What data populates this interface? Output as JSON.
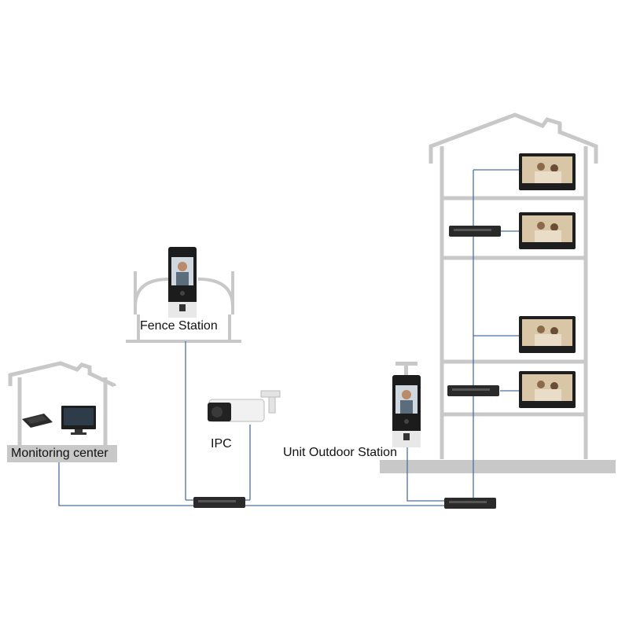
{
  "labels": {
    "fence_station": "Fence Station",
    "ipc": "IPC",
    "unit_outdoor_station": "Unit Outdoor Station",
    "monitoring_center": "Monitoring center"
  },
  "colors": {
    "structure": "#c8c8c8",
    "cable": "#4a6fa5",
    "device_dark": "#2a2a2a",
    "screen": "#d9c6a6"
  }
}
